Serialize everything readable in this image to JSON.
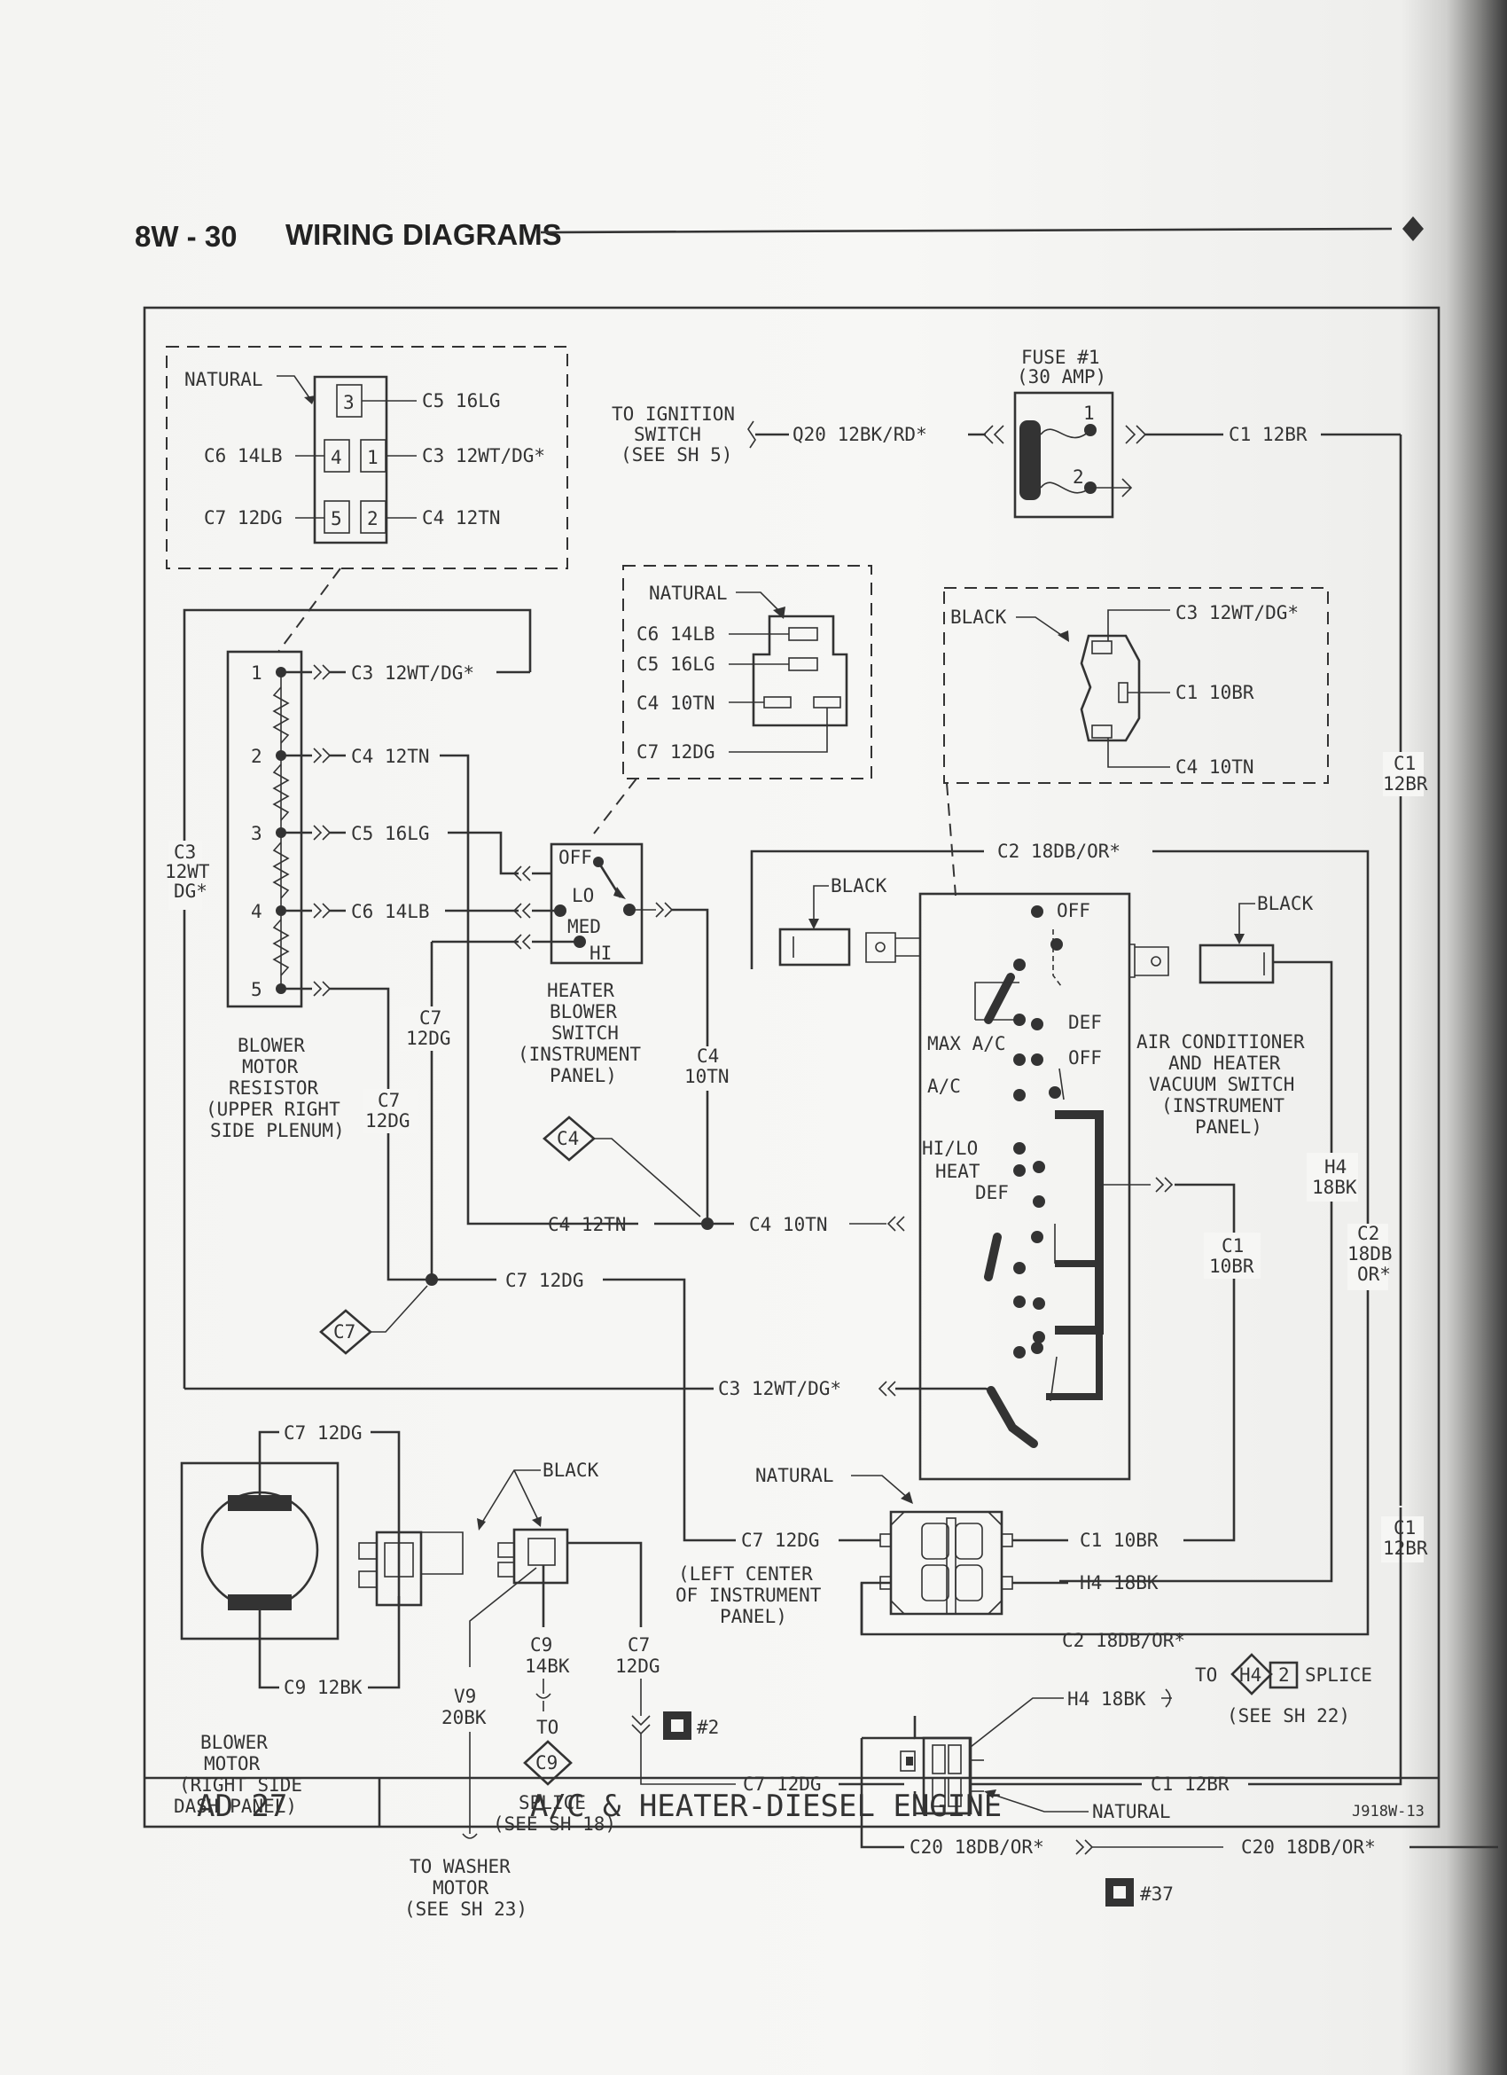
{
  "header": {
    "section": "8W - 30",
    "title": "WIRING DIAGRAMS"
  },
  "footer": {
    "page_ref": "AD 27",
    "diagram_title": "A/C & HEATER-DIESEL ENGINE",
    "code": "J918W-13"
  },
  "resistor_connector": {
    "color": "NATURAL",
    "pins": [
      "3",
      "4",
      "1",
      "5",
      "2"
    ],
    "wires": [
      "C5 16LG",
      "C6 14LB",
      "C3 12WT/DG*",
      "C7 12DG",
      "C4 12TN"
    ]
  },
  "ignition": {
    "label": [
      "TO IGNITION",
      "SWITCH",
      "(SEE SH 5)"
    ],
    "wire": "Q20 12BK/RD*"
  },
  "fuse": {
    "label": [
      "FUSE #1",
      "(30 AMP)"
    ],
    "pins": [
      "1",
      "2"
    ],
    "out_wire": "C1 12BR"
  },
  "blower_switch_connector": {
    "color": "NATURAL",
    "wires": [
      "C6 14LB",
      "C5 16LG",
      "C4 10TN",
      "C7 12DG"
    ]
  },
  "vacuum_switch_connector": {
    "color": "BLACK",
    "wires": [
      "C3 12WT/DG*",
      "C1 10BR",
      "C4 10TN"
    ]
  },
  "resistor": {
    "pins": [
      "1",
      "2",
      "3",
      "4",
      "5"
    ],
    "wires": [
      "C3 12WT/DG*",
      "C4 12TN",
      "C5 16LG",
      "C6 14LB"
    ],
    "label": [
      "BLOWER",
      "MOTOR",
      "RESISTOR",
      "(UPPER RIGHT",
      "SIDE PLENUM)"
    ],
    "side_wire": [
      "C3",
      "12WT",
      "DG*"
    ]
  },
  "blower_switch": {
    "positions": [
      "OFF",
      "LO",
      "MED",
      "HI"
    ],
    "label": [
      "HEATER",
      "BLOWER",
      "SWITCH",
      "(INSTRUMENT",
      "PANEL)"
    ]
  },
  "ac_switch": {
    "positions": [
      "OFF",
      "DEF",
      "OFF",
      "MAX A/C",
      "A/C",
      "HI/LO",
      "HEAT",
      "DEF"
    ],
    "label": [
      "AIR CONDITIONER",
      "AND HEATER",
      "VACUUM SWITCH",
      "(INSTRUMENT",
      "PANEL)"
    ],
    "black_connectors": [
      "BLACK",
      "BLACK"
    ]
  },
  "wires": {
    "c2_top": "C2 18DB/OR*",
    "c1_right": [
      "C1",
      "12BR"
    ],
    "c7_a": [
      "C7",
      "12DG"
    ],
    "c7_b": [
      "C7",
      "12DG"
    ],
    "c4_vert": [
      "C4",
      "10TN"
    ],
    "c4_12tn": "C4 12TN",
    "c4_10tn": "C4 10TN",
    "c7_12dg": "C7 12DG",
    "c1_10br": [
      "C1",
      "10BR"
    ],
    "h4": [
      "H4",
      "18BK"
    ],
    "c2_vert": [
      "C2",
      "18DB",
      "OR*"
    ],
    "c3_bottom": "C3 12WT/DG*",
    "c1_12br_low": [
      "C1",
      "12BR"
    ]
  },
  "splices": {
    "c4": "C4",
    "c7": "C7"
  },
  "motor": {
    "wire_top": "C7 12DG",
    "wire_bottom": "C9 12BK",
    "label": [
      "BLOWER",
      "MOTOR",
      "(RIGHT SIDE",
      "DASH PANEL)"
    ],
    "connector_color": "BLACK"
  },
  "lower_wires": {
    "c9": [
      "C9",
      "14BK"
    ],
    "to": "TO",
    "c9_splice": "C9",
    "splice_label": [
      "SPLICE",
      "(SEE SH 18)"
    ],
    "v9": [
      "V9",
      "20BK"
    ],
    "washer": [
      "TO WASHER",
      "MOTOR",
      "(SEE SH 23)"
    ],
    "c7_low": [
      "C7",
      "12DG"
    ],
    "ground2": "#2"
  },
  "ip_connector": {
    "color": "NATURAL",
    "left_wire": "C7 12DG",
    "right_wires": [
      "C1 10BR",
      "H4 18BK"
    ],
    "label": [
      "(LEFT CENTER",
      "OF INSTRUMENT",
      "PANEL)"
    ],
    "bottom_wire": "C2 18DB/OR*"
  },
  "bottom_connector": {
    "h4": "H4 18BK",
    "to": "TO",
    "splice_a": "H4",
    "splice_b": "2",
    "splice": "SPLICE",
    "see": "(SEE SH 22)",
    "c7": "C7 12DG",
    "c1": "C1 12BR",
    "color": "NATURAL",
    "c20a": "C20 18DB/OR*",
    "c20b": "C20 18DB/OR*",
    "ground37": "#37"
  }
}
